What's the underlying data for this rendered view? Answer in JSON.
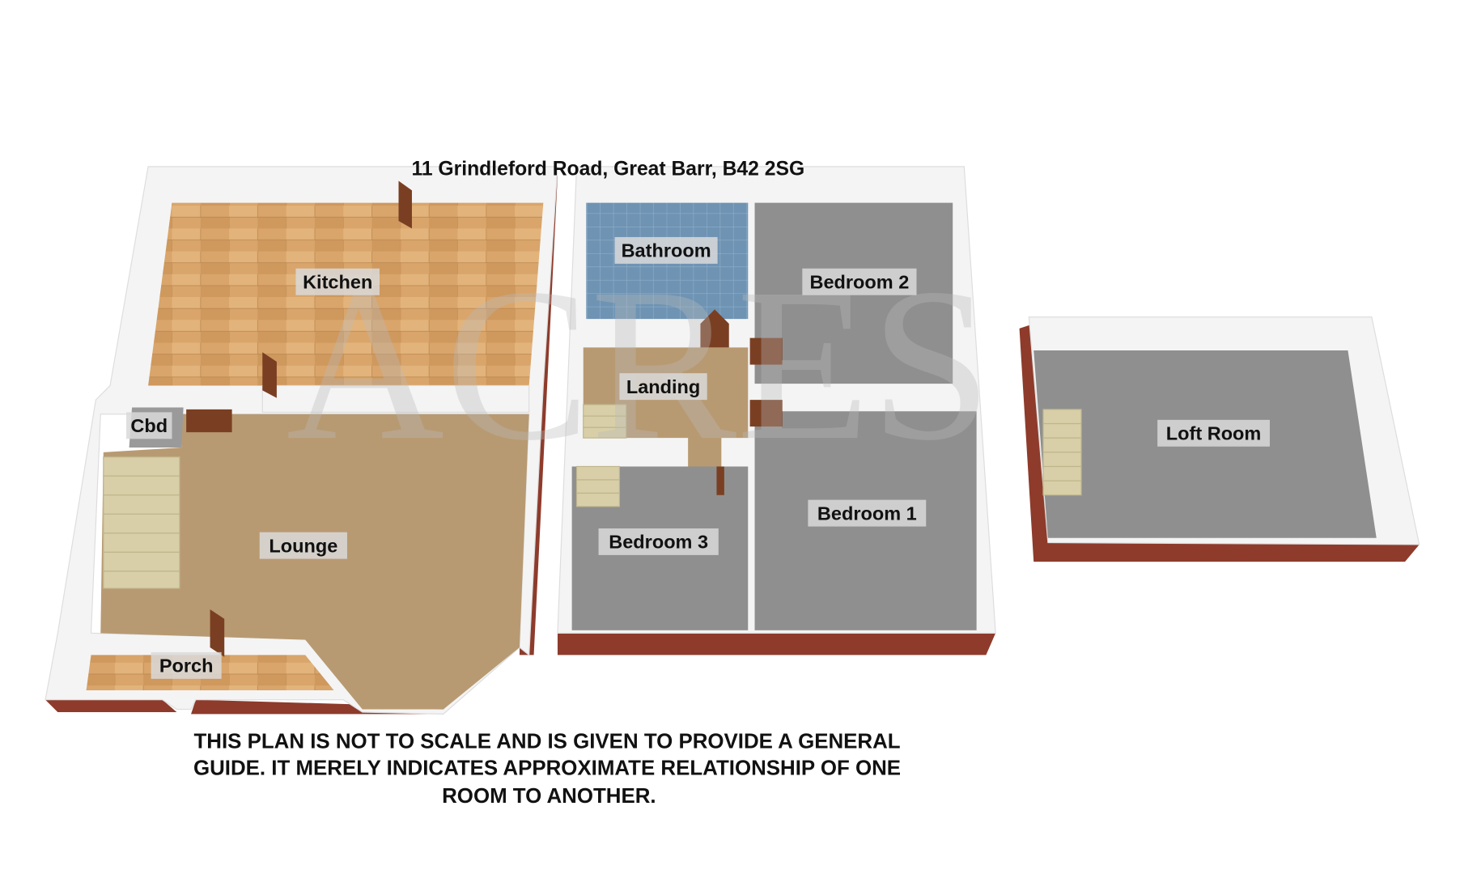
{
  "title": "11 Grindleford Road, Great Barr, B42 2SG",
  "watermark": "ACRES",
  "rooms": {
    "kitchen": "Kitchen",
    "cbd": "Cbd",
    "lounge": "Lounge",
    "porch": "Porch",
    "bathroom": "Bathroom",
    "bedroom2": "Bedroom 2",
    "landing": "Landing",
    "bedroom3": "Bedroom 3",
    "bedroom1": "Bedroom 1",
    "loft": "Loft Room"
  },
  "disclaimer": [
    "THIS PLAN IS NOT TO SCALE AND IS GIVEN TO PROVIDE A GENERAL",
    "GUIDE. IT MERELY INDICATES APPROXIMATE RELATIONSHIP OF ONE",
    "ROOM TO ANOTHER."
  ],
  "colors": {
    "brick": "#8e3b2b",
    "wood": "#d9a56a",
    "carpet": "#b89a72",
    "grey_floor": "#8f8f8f",
    "tile": "#6f93b3"
  }
}
